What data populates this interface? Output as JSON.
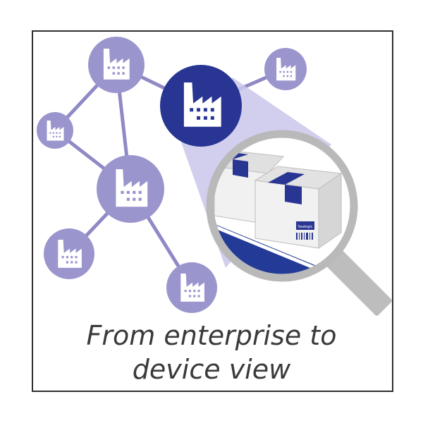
{
  "caption": {
    "line1": "From enterprise to",
    "line2": "device view"
  },
  "box_label": "Sealogic",
  "colors": {
    "node_light": "#9a95cd",
    "node_dark": "#283593",
    "edge": "#8f8ac6",
    "lens_rim": "#b9b9b9",
    "handle": "#bdbdbd",
    "beam": "#c9c7ea",
    "conveyor": "#233a97",
    "box": "#f1f1f1",
    "tape": "#283593"
  },
  "icons": [
    "factory-icon",
    "magnifier-icon",
    "box-icon",
    "barcode-icon"
  ]
}
